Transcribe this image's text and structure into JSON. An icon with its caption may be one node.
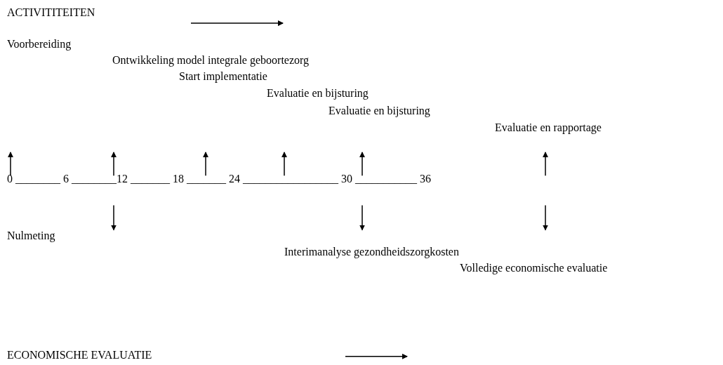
{
  "diagram": {
    "labels": [
      "ACTIVITITEITEN",
      "Voorbereiding",
      "Ontwikkeling model integrale geboortezorg",
      "Start implementatie",
      "Evaluatie en bijsturing",
      "Evaluatie en bijsturing",
      "Evaluatie en rapportage",
      "0 ________ 6 ________12 _______ 18 _______ 24 _________________ 30 ___________ 36",
      "Nulmeting",
      "Interimanalyse gezondheidszorgkosten",
      "Volledige economische evaluatie",
      "ECONOMISCHE EVALUATIE"
    ]
  }
}
